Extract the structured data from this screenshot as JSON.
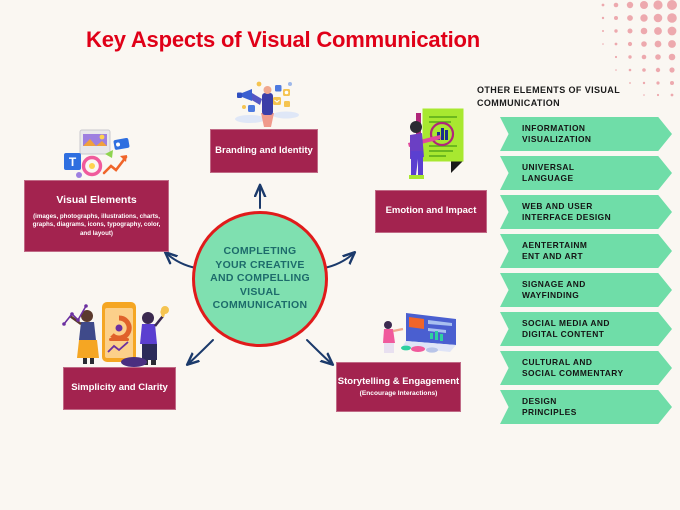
{
  "page": {
    "title": "Key Aspects of Visual Communication",
    "background_color": "#faf7f2",
    "title_color": "#e00018",
    "accent_maroon": "#a3234f",
    "accent_green": "#7fe0b0",
    "chevron_green": "#6fdda8",
    "arrow_navy": "#1b3a6b",
    "circle_border": "#e01b1b"
  },
  "center": {
    "text": "COMPLETING YOUR CREATIVE AND COMPELLING VISUAL COMMUNICATION",
    "lines": [
      "COMPLETING",
      "YOUR CREATIVE",
      "AND COMPELLING",
      "VISUAL",
      "COMMUNICATION"
    ]
  },
  "aspects": [
    {
      "id": "visual-elements",
      "title": "Visual Elements",
      "subtitle": "(images, photographs, illustrations, charts, graphs, diagrams, icons, typography, color, and layout)",
      "icon": "design-tools-icon"
    },
    {
      "id": "branding-and-identity",
      "title": "Branding and Identity",
      "subtitle": "",
      "icon": "megaphone-social-icon"
    },
    {
      "id": "emotion-and-impact",
      "title": "Emotion and Impact",
      "subtitle": "",
      "icon": "person-poster-chart-icon"
    },
    {
      "id": "simplicity-and-clarity",
      "title": "Simplicity and Clarity",
      "subtitle": "",
      "icon": "mobile-analytics-people-icon"
    },
    {
      "id": "storytelling-and-engagement",
      "title": "Storytelling & Engagement",
      "subtitle": "(Encourage Interactions)",
      "icon": "dashboard-screen-icon"
    }
  ],
  "sidebar": {
    "heading": "OTHER ELEMENTS OF VISUAL COMMUNICATION",
    "heading_lines": [
      "OTHER ELEMENTS OF VISUAL",
      "COMMUNICATION"
    ],
    "items": [
      {
        "label": "INFORMATION VISUALIZATION",
        "l1": "INFORMATION",
        "l2": "VISUALIZATION"
      },
      {
        "label": "UNIVERSAL LANGUAGE",
        "l1": "UNIVERSAL",
        "l2": "LANGUAGE"
      },
      {
        "label": "WEB AND USER INTERFACE DESIGN",
        "l1": "WEB AND USER",
        "l2": "INTERFACE DESIGN"
      },
      {
        "label": "AENTERTAINMENT AND ART",
        "l1": "AENTERTAINM",
        "l2": "ENT AND ART"
      },
      {
        "label": "SIGNAGE AND WAYFINDING",
        "l1": "SIGNAGE AND",
        "l2": "WAYFINDING"
      },
      {
        "label": "SOCIAL MEDIA AND DIGITAL CONTENT",
        "l1": "SOCIAL MEDIA AND",
        "l2": "DIGITAL CONTENT"
      },
      {
        "label": "CULTURAL AND SOCIAL COMMENTARY",
        "l1": "CULTURAL AND",
        "l2": "SOCIAL COMMENTARY"
      },
      {
        "label": "DESIGN PRINCIPLES",
        "l1": "DESIGN",
        "l2": "PRINCIPLES"
      }
    ]
  }
}
